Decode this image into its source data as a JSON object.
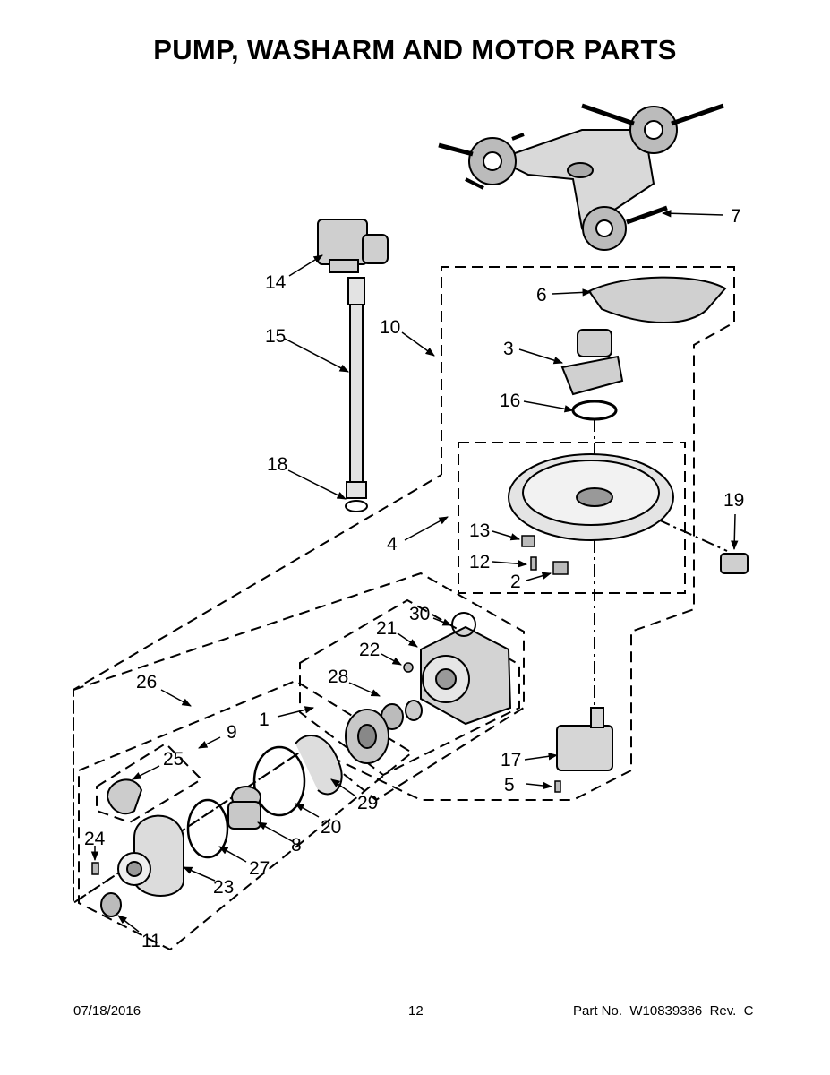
{
  "title": "PUMP, WASHARM AND MOTOR PARTS",
  "footer": {
    "date": "07/18/2016",
    "page": "12",
    "part_number": "Part No.  W10839386  Rev.  C"
  },
  "callouts": {
    "c1": "1",
    "c2": "2",
    "c3": "3",
    "c4": "4",
    "c5": "5",
    "c6": "6",
    "c7": "7",
    "c8": "8",
    "c9": "9",
    "c10": "10",
    "c11": "11",
    "c12": "12",
    "c13": "13",
    "c14": "14",
    "c15": "15",
    "c16": "16",
    "c17": "17",
    "c18": "18",
    "c19": "19",
    "c20": "20",
    "c21": "21",
    "c22": "22",
    "c23": "23",
    "c24": "24",
    "c25": "25",
    "c26": "26",
    "c27": "27",
    "c28": "28",
    "c29": "29",
    "c30": "30"
  }
}
